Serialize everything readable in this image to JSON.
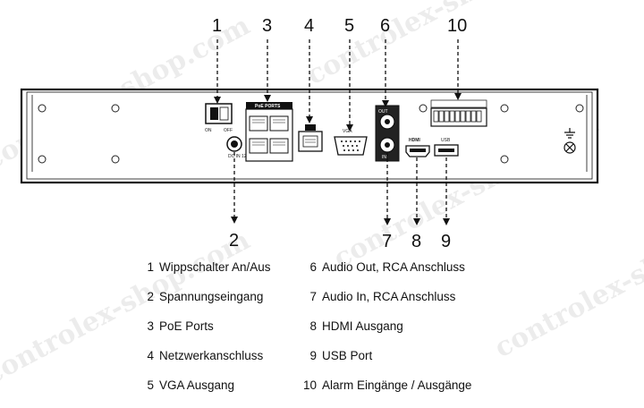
{
  "watermark": "controlex-shop.com",
  "panel": {
    "switch_on": "ON",
    "switch_off": "OFF",
    "power_label": "DC IN 12V",
    "poe_header": "PoE PORTS",
    "vga_label": "VGA",
    "audio_out_label": "OUT",
    "audio_in_label": "IN",
    "hdmi_label": "HDMI",
    "usb_label": "USB"
  },
  "callouts": [
    {
      "n": "1"
    },
    {
      "n": "2"
    },
    {
      "n": "3"
    },
    {
      "n": "4"
    },
    {
      "n": "5"
    },
    {
      "n": "6"
    },
    {
      "n": "7"
    },
    {
      "n": "8"
    },
    {
      "n": "9"
    },
    {
      "n": "10"
    }
  ],
  "legend": {
    "left": [
      {
        "n": "1",
        "text": "Wippschalter An/Aus"
      },
      {
        "n": "2",
        "text": "Spannungseingang"
      },
      {
        "n": "3",
        "text": "PoE Ports"
      },
      {
        "n": "4",
        "text": "Netzwerkanschluss"
      },
      {
        "n": "5",
        "text": "VGA Ausgang"
      }
    ],
    "right": [
      {
        "n": "6",
        "text": "Audio Out, RCA Anschluss"
      },
      {
        "n": "7",
        "text": "Audio In, RCA Anschluss"
      },
      {
        "n": "8",
        "text": "HDMI Ausgang"
      },
      {
        "n": "9",
        "text": "USB Port"
      },
      {
        "n": "10",
        "text": "Alarm Eingänge / Ausgänge"
      }
    ]
  }
}
